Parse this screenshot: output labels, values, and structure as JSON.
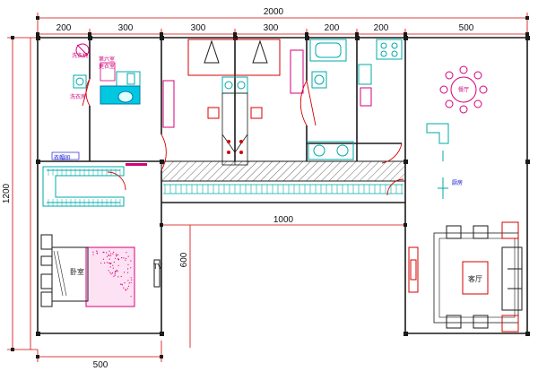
{
  "dimensions": {
    "top_total": "2000",
    "top_segments": [
      "200",
      "300",
      "300",
      "300",
      "200",
      "200",
      "500"
    ],
    "left_total": "1200",
    "corridor": "1000",
    "mid_vertical": "600",
    "bottom_left": "500"
  },
  "rooms": {
    "laundry": "洗衣房",
    "bathroom_a": "洗衣机",
    "bathroom_b": "第六室",
    "dressing": "更衣室",
    "wardrobe": "衣帽间",
    "bedroom": "卧室",
    "living": "客厅",
    "kitchen": "厨房",
    "dining": "餐厅",
    "tv": "TV"
  },
  "colors": {
    "wall": "#1a1a1a",
    "dim": "#d40000",
    "furniture": "#d4007a",
    "fixture": "#00a8a8",
    "blue": "#0000cc",
    "hatch": "#444444",
    "green": "#00aa00"
  }
}
